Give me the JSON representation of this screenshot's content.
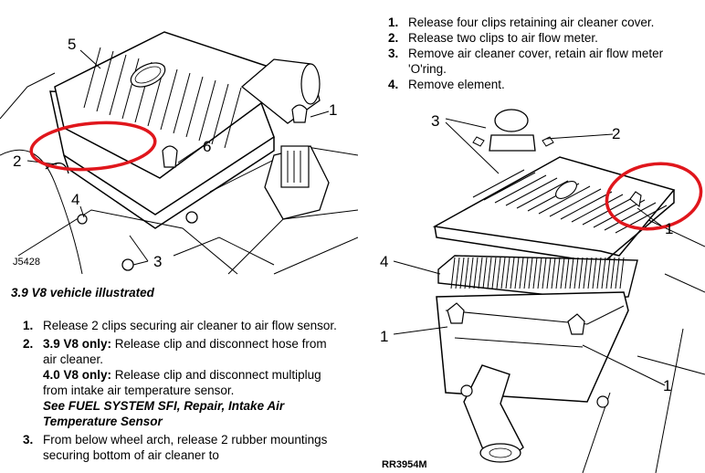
{
  "right_steps": [
    {
      "num": "1.",
      "text": "Release four clips retaining air cleaner cover."
    },
    {
      "num": "2.",
      "text": "Release two clips to air flow meter."
    },
    {
      "num": "3.",
      "text": "Remove air cleaner cover, retain air flow meter 'O'ring."
    },
    {
      "num": "4.",
      "text": "Remove element."
    }
  ],
  "left_figure": {
    "code": "J5428",
    "callouts": [
      "5",
      "1",
      "2",
      "6",
      "4",
      "3"
    ],
    "highlight_color": "#e0161c"
  },
  "caption": "3.9 V8 vehicle illustrated",
  "left_steps": {
    "step1": {
      "num": "1.",
      "text": "Release 2 clips securing air cleaner to air flow sensor."
    },
    "step2": {
      "num": "2.",
      "label_39": "3.9 V8 only:",
      "text_39": " Release clip and disconnect hose from air cleaner.",
      "label_40": "4.0 V8 only:",
      "text_40": " Release clip and disconnect multiplug from intake air temperature sensor.",
      "reference": "See FUEL SYSTEM SFI, Repair,  Intake Air Temperature Sensor"
    },
    "step3": {
      "num": "3.",
      "text": "From below wheel arch, release 2 rubber mountings securing bottom of air cleaner to"
    }
  },
  "right_figure": {
    "code": "RR3954M",
    "callouts": [
      "3",
      "2",
      "4",
      "1",
      "1",
      "1"
    ],
    "highlight_color": "#e0161c"
  }
}
